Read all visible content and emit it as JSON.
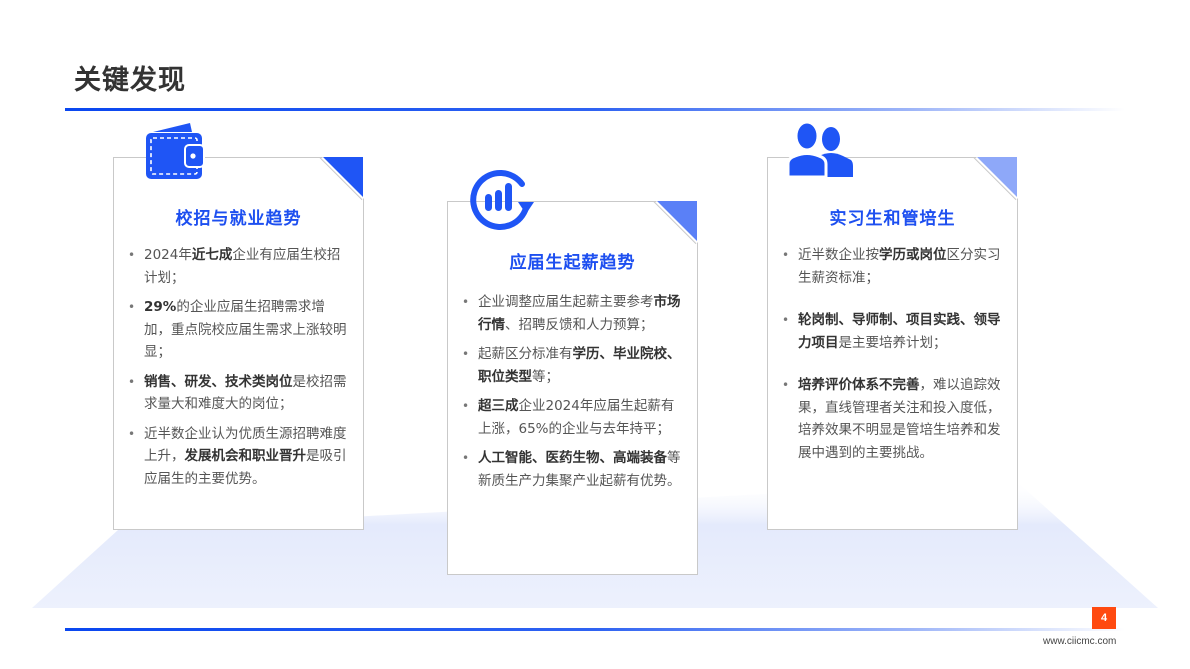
{
  "page": {
    "title": "关键发现",
    "page_number": "4",
    "website": "www.ciicmc.com"
  },
  "colors": {
    "accent": "#1d4ff0",
    "corner_dark": "#1f55f5",
    "corner_mid": "#5a80f7",
    "corner_light": "#8ea8f9",
    "page_badge": "#ff4a10",
    "text": "#555555",
    "floor": "#e6ecfc"
  },
  "cards": [
    {
      "icon": "wallet-icon",
      "title": "校招与就业趋势",
      "bullets": [
        {
          "parts": [
            {
              "t": "2024年"
            },
            {
              "t": "近七成",
              "b": true
            },
            {
              "t": "企业有应届生校招计划；"
            }
          ]
        },
        {
          "parts": [
            {
              "t": "29%",
              "b": true
            },
            {
              "t": "的企业应届生招聘需求增加，重点院校应届生需求上涨较明显；"
            }
          ]
        },
        {
          "parts": [
            {
              "t": "销售、研发、技术类岗位",
              "b": true
            },
            {
              "t": "是校招需求量大和难度大的岗位；"
            }
          ]
        },
        {
          "parts": [
            {
              "t": "近半数企业认为优质生源招聘难度上升，"
            },
            {
              "t": "发展机会和职业晋升",
              "b": true
            },
            {
              "t": "是吸引应届生的主要优势。"
            }
          ]
        }
      ]
    },
    {
      "icon": "growth-chart-icon",
      "title": "应届生起薪趋势",
      "bullets": [
        {
          "parts": [
            {
              "t": "企业调整应届生起薪主要参考"
            },
            {
              "t": "市场行情",
              "b": true
            },
            {
              "t": "、招聘反馈和人力预算；"
            }
          ]
        },
        {
          "parts": [
            {
              "t": "起薪区分标准有"
            },
            {
              "t": "学历、毕业院校、职位类型",
              "b": true
            },
            {
              "t": "等；"
            }
          ]
        },
        {
          "parts": [
            {
              "t": "超三成",
              "b": true
            },
            {
              "t": "企业2024年应届生起薪有上涨，65%的企业与去年持平；"
            }
          ]
        },
        {
          "parts": [
            {
              "t": "人工智能、医药生物、高端装备",
              "b": true
            },
            {
              "t": "等新质生产力集聚产业起薪有优势。"
            }
          ]
        }
      ]
    },
    {
      "icon": "users-icon",
      "title": "实习生和管培生",
      "bullets": [
        {
          "parts": [
            {
              "t": "近半数企业按"
            },
            {
              "t": "学历或岗位",
              "b": true
            },
            {
              "t": "区分实习生薪资标准；"
            }
          ]
        },
        {
          "parts": [
            {
              "t": "轮岗制、导师制、项目实践、领导力项目",
              "b": true
            },
            {
              "t": "是主要培养计划；"
            }
          ]
        },
        {
          "parts": [
            {
              "t": "培养评价体系不完善",
              "b": true
            },
            {
              "t": "，难以追踪效果，直线管理者关注和投入度低，培养效果不明显是管培生培养和发展中遇到的主要挑战。"
            }
          ]
        }
      ]
    }
  ]
}
